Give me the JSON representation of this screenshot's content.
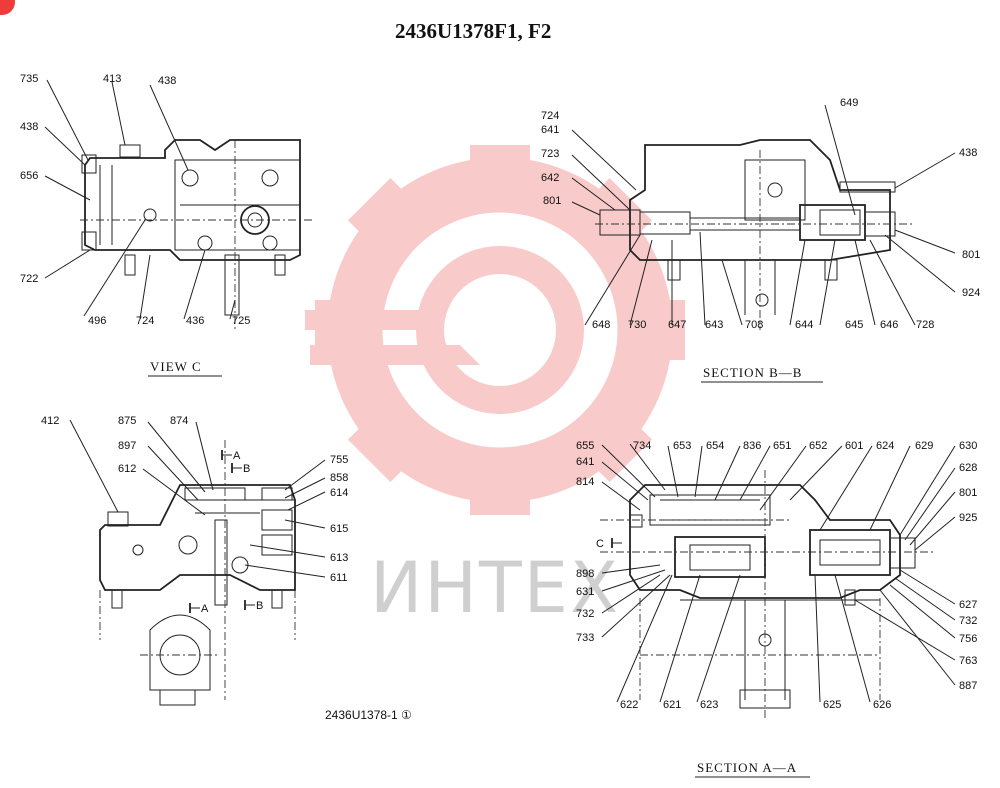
{
  "title": "2436U1378F1, F2",
  "subtitle_ref": "2436U1378-1 ①",
  "watermark": "ИНТЕХ",
  "colors": {
    "logo": "#ef3b3b",
    "logo_light": "#f7b9b9",
    "ink": "#111111",
    "watermark_text": "#cfcfcf"
  },
  "views": {
    "view_c": {
      "caption": "VIEW C",
      "labels": [
        "735",
        "413",
        "438",
        "438",
        "656",
        "722",
        "496",
        "724",
        "436",
        "725"
      ]
    },
    "section_bb": {
      "caption": "SECTION B—B",
      "labels": [
        "724",
        "641",
        "723",
        "642",
        "801",
        "649",
        "438",
        "801",
        "924",
        "648",
        "730",
        "647",
        "643",
        "708",
        "644",
        "645",
        "646",
        "728"
      ]
    },
    "view_side": {
      "labels": [
        "412",
        "875",
        "874",
        "897",
        "612",
        "755",
        "858",
        "614",
        "615",
        "613",
        "611"
      ],
      "markers": [
        "A",
        "B",
        "A",
        "B"
      ]
    },
    "section_aa": {
      "caption": "SECTION A—A",
      "labels": [
        "655",
        "734",
        "653",
        "654",
        "836",
        "651",
        "652",
        "601",
        "624",
        "629",
        "630",
        "641",
        "628",
        "814",
        "801",
        "925",
        "898",
        "631",
        "732",
        "733",
        "627",
        "732",
        "756",
        "763",
        "887",
        "622",
        "621",
        "623",
        "625",
        "626"
      ],
      "markers": [
        "C"
      ]
    }
  }
}
